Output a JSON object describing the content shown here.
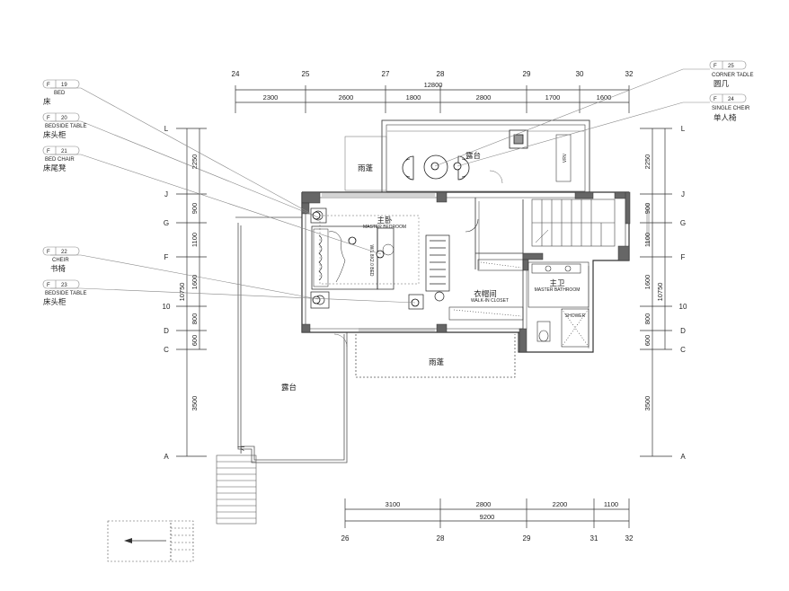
{
  "top_axes": [
    "24",
    "25",
    "27",
    "28",
    "29",
    "30",
    "32"
  ],
  "bottom_axes": [
    "26",
    "28",
    "29",
    "31",
    "32"
  ],
  "side_axes": [
    "L",
    "J",
    "G",
    "F",
    "10",
    "D",
    "C",
    "A"
  ],
  "top_total": "12800",
  "top_dims": [
    "2300",
    "2600",
    "1800",
    "2800",
    "1700",
    "1600"
  ],
  "bottom_total": "9200",
  "bottom_dims": [
    "3100",
    "2800",
    "2200",
    "1100"
  ],
  "left_dims": [
    "2250",
    "900",
    "1100",
    "1600",
    "800",
    "600",
    "3500"
  ],
  "left_total": "10750",
  "right_dims": [
    "2250",
    "900",
    "1100",
    "1600",
    "800",
    "600",
    "3500"
  ],
  "right_total": "10750",
  "tags_left": [
    {
      "letter": "F",
      "num": "19",
      "en": "BED",
      "cn": "床"
    },
    {
      "letter": "F",
      "num": "20",
      "en": "BEDSIDE TABLE",
      "cn": "床头柜"
    },
    {
      "letter": "F",
      "num": "21",
      "en": "BED CHAIR",
      "cn": "床尾凳"
    },
    {
      "letter": "F",
      "num": "22",
      "en": "CHEIR",
      "cn": "书椅"
    },
    {
      "letter": "F",
      "num": "23",
      "en": "BEDSIDE TABLE",
      "cn": "床头柜"
    }
  ],
  "tags_right": [
    {
      "letter": "F",
      "num": "25",
      "en": "CORNER TADLE",
      "cn": "圆几"
    },
    {
      "letter": "F",
      "num": "24",
      "en": "SINGLE CHEIR",
      "cn": "单人椅"
    }
  ],
  "rooms": {
    "master_bedroom_cn": "主卧",
    "master_bedroom_en": "MASTER BEDROOM",
    "walkin_cn": "衣帽间",
    "walkin_en": "WALK-IN CLOSET",
    "bath_cn": "主卫",
    "bath_en": "MASTER BATHROOM",
    "shower": "SHOWER",
    "balcony": "露台",
    "canopy_top": "雨蓬",
    "canopy_bottom": "雨蓬",
    "terrace": "露台",
    "down": "下",
    "wall_label": "VRV",
    "bed_label": "W/1.8X2.0 BED"
  }
}
